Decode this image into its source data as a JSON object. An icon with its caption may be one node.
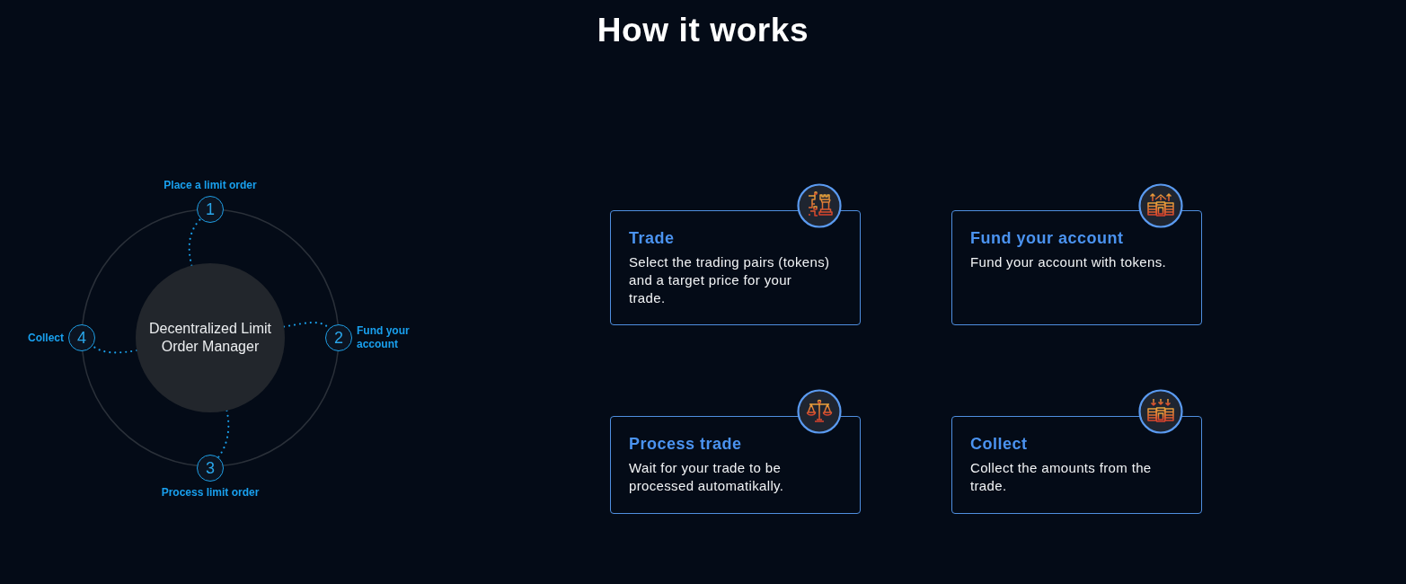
{
  "diagram": {
    "title": "How it works",
    "nodes": [
      {
        "text": [
          "Decentralized Limit Order Manager"
        ]
      },
      {
        "text": [
          "1"
        ],
        "beside": [
          "Place a limit order"
        ]
      },
      {
        "text": [
          "2"
        ],
        "beside": [
          "Fund your account"
        ]
      },
      {
        "text": [
          "3"
        ],
        "beside": [
          "Process limit order"
        ]
      },
      {
        "text": [
          "4"
        ],
        "beside": [
          "Collect"
        ]
      },
      {
        "text": [
          "Trade",
          "Select the trading pairs (tokens) and a target price for your trade."
        ]
      },
      {
        "text": [
          "Fund your account",
          "Fund your account with tokens."
        ]
      },
      {
        "text": [
          "Process trade",
          "Wait for your trade to be processed automatikally."
        ]
      },
      {
        "text": [
          "Collect",
          "Collect the amounts from the trade."
        ]
      }
    ],
    "edges": [
      {
        "from": 0,
        "to": 1,
        "arrow": "none",
        "style": "dashed"
      },
      {
        "from": 0,
        "to": 2,
        "arrow": "none",
        "style": "dashed"
      },
      {
        "from": 0,
        "to": 3,
        "arrow": "none",
        "style": "dashed"
      },
      {
        "from": 0,
        "to": 4,
        "arrow": "none",
        "style": "dashed"
      }
    ]
  }
}
